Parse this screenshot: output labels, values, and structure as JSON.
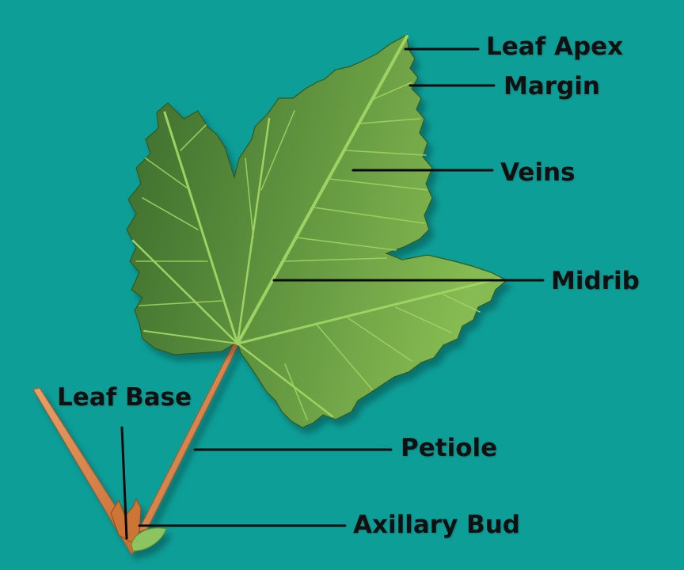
{
  "diagram": {
    "background": "#0d9e98",
    "labels": {
      "leaf_apex": "Leaf Apex",
      "margin": "Margin",
      "veins": "Veins",
      "midrib": "Midrib",
      "leaf_base": "Leaf Base",
      "petiole": "Petiole",
      "axillary_bud": "Axillary Bud"
    },
    "colors": {
      "leaf_dark": "#3d6a2e",
      "leaf_light": "#7eb54c",
      "vein": "#9ed262",
      "stem": "#d9844a",
      "bud": "#8ec45e",
      "leader_line": "#0a0a0a"
    }
  }
}
